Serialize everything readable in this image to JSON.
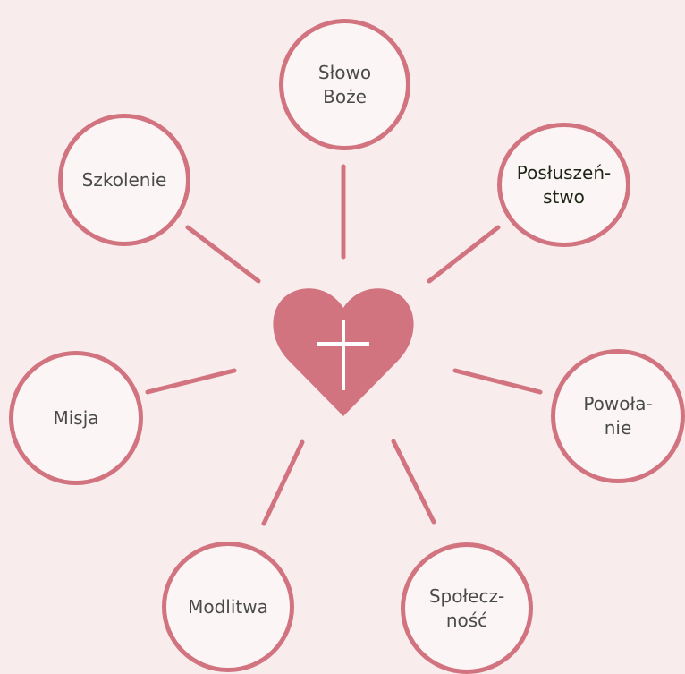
{
  "diagram": {
    "nodes": [
      {
        "id": "slowo-boze",
        "line1": "Słowo",
        "line2": "Boże"
      },
      {
        "id": "posluszenstwo",
        "line1": "Posłuszeń-",
        "line2": "stwo"
      },
      {
        "id": "powolanie",
        "line1": "Powoła-",
        "line2": "nie"
      },
      {
        "id": "spolecznosc",
        "line1": "Społecz-",
        "line2": "ność"
      },
      {
        "id": "modlitwa",
        "line1": "Modlitwa",
        "line2": ""
      },
      {
        "id": "misja",
        "line1": "Misja",
        "line2": ""
      },
      {
        "id": "szkolenie",
        "line1": "Szkolenie",
        "line2": ""
      }
    ],
    "center_icon": "heart-with-cross-icon",
    "colors": {
      "background": "#f8ecec",
      "accent": "#d27380",
      "circle_fill": "#fbf5f5",
      "text": "#4a4a4a",
      "cross": "#ffffff"
    }
  }
}
